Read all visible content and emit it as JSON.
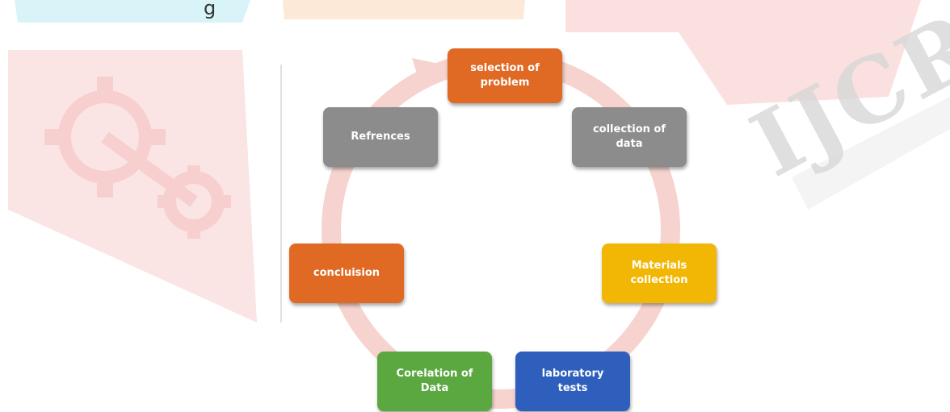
{
  "diagram": {
    "nodes": [
      {
        "id": "selection",
        "label": "selection of\nproblem",
        "color": "#e06a24"
      },
      {
        "id": "collection",
        "label": "collection of\ndata",
        "color": "#8c8c8c"
      },
      {
        "id": "materials",
        "label": "Materials\ncollection",
        "color": "#f2b705"
      },
      {
        "id": "lab",
        "label": "laboratory\ntests",
        "color": "#2f5fbd"
      },
      {
        "id": "corelation",
        "label": "Corelation of\nData",
        "color": "#5aa83f"
      },
      {
        "id": "conclusion",
        "label": "concluision",
        "color": "#e06a24"
      },
      {
        "id": "refrences",
        "label": "Refrences",
        "color": "#8c8c8c"
      }
    ],
    "cycle_arrow_color": "#f2c2bc"
  },
  "background": {
    "watermark_text": "IJCRT",
    "partial_text": "g"
  },
  "icons": {
    "gear_logo": "gears-icon"
  }
}
